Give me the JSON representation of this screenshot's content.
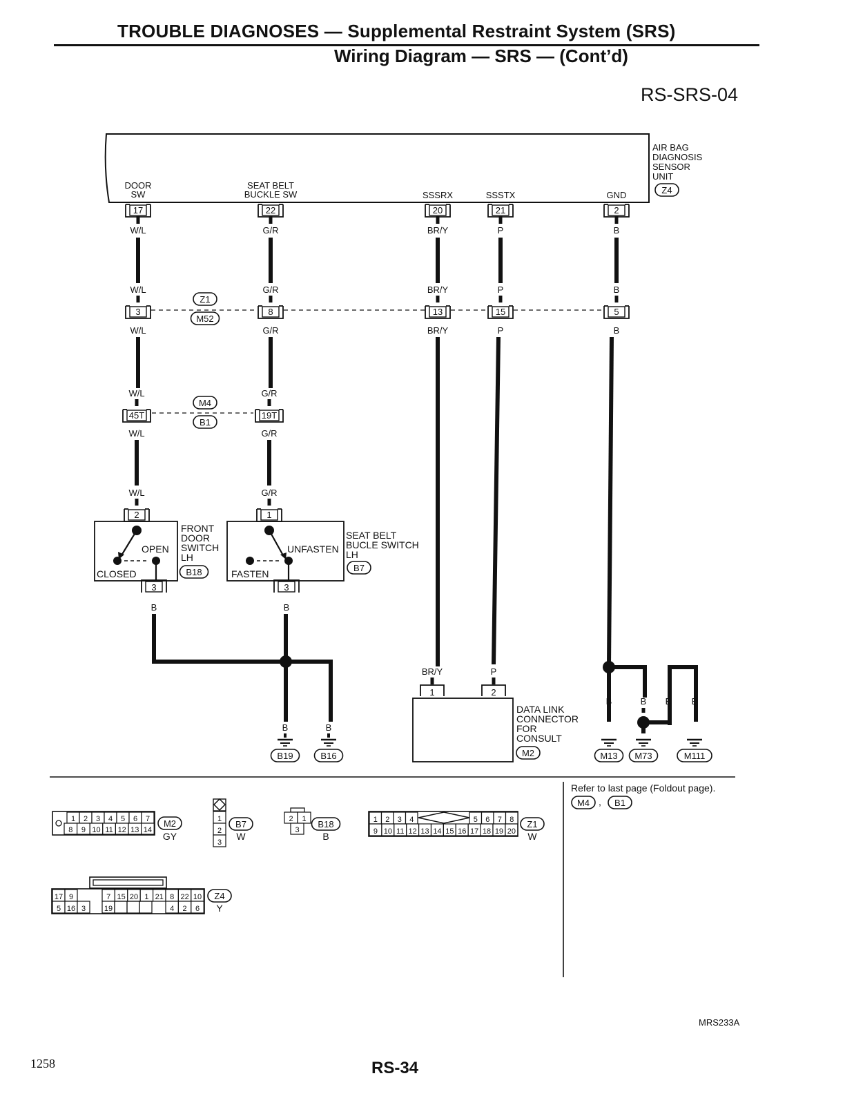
{
  "header": {
    "title": "TROUBLE DIAGNOSES — Supplemental Restraint System (SRS)",
    "subtitle": "Wiring Diagram — SRS — (Cont’d)",
    "diagram_id": "RS-SRS-04"
  },
  "unit": {
    "name": [
      "AIR BAG",
      "DIAGNOSIS",
      "SENSOR",
      "UNIT"
    ],
    "connector": "Z4",
    "terminals": [
      {
        "label": [
          "DOOR",
          "SW"
        ],
        "pin": "17",
        "wire": "W/L"
      },
      {
        "label": [
          "SEAT BELT",
          "BUCKLE SW"
        ],
        "pin": "22",
        "wire": "G/R"
      },
      {
        "label": [
          "SSSRX"
        ],
        "pin": "20",
        "wire": "BR/Y"
      },
      {
        "label": [
          "SSSTX"
        ],
        "pin": "21",
        "wire": "P"
      },
      {
        "label": [
          "GND"
        ],
        "pin": "2",
        "wire": "B"
      }
    ]
  },
  "joint1": {
    "connectors": [
      "Z1",
      "M52"
    ],
    "pins": [
      "3",
      "8",
      "13",
      "15",
      "5"
    ],
    "wires_top": [
      "W/L",
      "G/R",
      "BR/Y",
      "P",
      "B"
    ],
    "wires_bottom": [
      "W/L",
      "G/R",
      "BR/Y",
      "P",
      "B"
    ]
  },
  "joint2": {
    "connectors": [
      "M4",
      "B1"
    ],
    "pins": [
      "45T",
      "19T"
    ],
    "wires_top": [
      "W/L",
      "G/R"
    ],
    "wires_bottom": [
      "W/L",
      "G/R"
    ]
  },
  "door_switch": {
    "wire_in": "W/L",
    "pin_in": "2",
    "pin_out": "3",
    "wire_out": "B",
    "open": "OPEN",
    "closed": "CLOSED",
    "name": [
      "FRONT",
      "DOOR",
      "SWITCH",
      "LH"
    ],
    "connector": "B18"
  },
  "buckle_switch": {
    "wire_in": "G/R",
    "pin_in": "1",
    "pin_out": "3",
    "wire_out": "B",
    "unfasten": "UNFASTEN",
    "fasten": "FASTEN",
    "name": [
      "SEAT BELT",
      "BUCLE SWITCH",
      "LH"
    ],
    "connector": "B7"
  },
  "grounds_left": [
    {
      "wire": "B",
      "connector": "B19"
    },
    {
      "wire": "B",
      "connector": "B16"
    }
  ],
  "data_link": {
    "wires": [
      "BR/Y",
      "P"
    ],
    "pins": [
      "1",
      "2"
    ],
    "name": [
      "DATA LINK",
      "CONNECTOR",
      "FOR",
      "CONSULT"
    ],
    "connector": "M2"
  },
  "grounds_right": {
    "wires": [
      "B",
      "B",
      "B",
      "B"
    ],
    "connectors": [
      "M13",
      "M73",
      "M111"
    ]
  },
  "connector_views": {
    "m2": {
      "row1": [
        "1",
        "2",
        "3",
        "4",
        "5",
        "6",
        "7"
      ],
      "row2": [
        "8",
        "9",
        "10",
        "11",
        "12",
        "13",
        "14"
      ],
      "name": "M2",
      "color": "GY"
    },
    "b7": {
      "pins": [
        "1",
        "2",
        "3"
      ],
      "name": "B7",
      "color": "W"
    },
    "b18": {
      "row1": [
        "2",
        "1"
      ],
      "row2": [
        "3"
      ],
      "name": "B18",
      "color": "B"
    },
    "z1": {
      "row1_left": [
        "1",
        "2",
        "3",
        "4"
      ],
      "row1_right": [
        "5",
        "6",
        "7",
        "8"
      ],
      "row2": [
        "9",
        "10",
        "11",
        "12",
        "13",
        "14",
        "15",
        "16",
        "17",
        "18",
        "19",
        "20"
      ],
      "name": "Z1",
      "color": "W"
    },
    "z4": {
      "row1_left": [
        "17",
        "9"
      ],
      "row1_right": [
        "7",
        "15",
        "20",
        "1",
        "21",
        "8",
        "22",
        "10"
      ],
      "row2_left": [
        "5",
        "16",
        "3"
      ],
      "row2_mid": [
        "19"
      ],
      "row2_right": [
        "4",
        "2",
        "6"
      ],
      "name": "Z4",
      "color": "Y"
    }
  },
  "refer": {
    "text": "Refer to last page (Foldout page).",
    "connectors": [
      "M4",
      "B1"
    ],
    "separator": ","
  },
  "footer": {
    "ref_code": "MRS233A",
    "page_number": "1258",
    "page_code": "RS-34"
  }
}
